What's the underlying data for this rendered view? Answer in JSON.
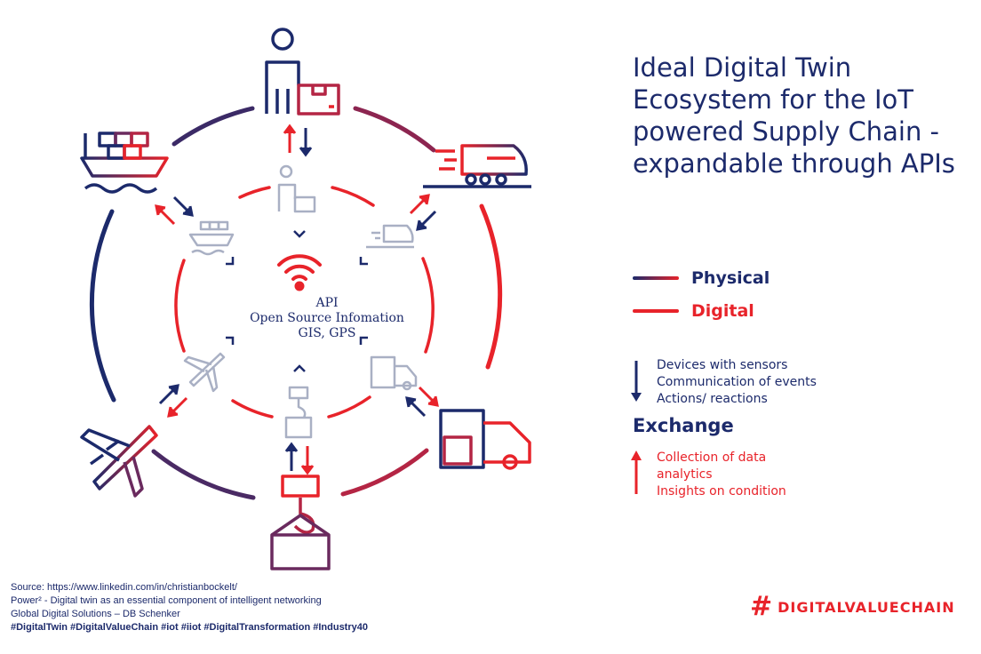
{
  "title": "Ideal Digital Twin Ecosystem for the IoT powered Supply Chain - expandable through APIs",
  "legend": {
    "physical": {
      "label": "Physical",
      "color_start": "#1c2a6b",
      "color_end": "#e8232a"
    },
    "digital": {
      "label": "Digital",
      "color": "#e8232a"
    }
  },
  "exchange": {
    "label": "Exchange",
    "down_items": [
      "Devices with sensors",
      "Communication of events",
      "Actions/ reactions"
    ],
    "up_items": [
      "Collection of data",
      "analytics",
      "Insights on condition"
    ]
  },
  "center": {
    "icon": "wifi-icon",
    "lines": [
      "API",
      "Open Source Infomation",
      "GIS, GPS"
    ]
  },
  "nodes": [
    {
      "id": "worker",
      "outer_icon": "worker-with-box-icon",
      "inner_icon": "worker-with-box-icon"
    },
    {
      "id": "train",
      "outer_icon": "train-icon",
      "inner_icon": "train-icon"
    },
    {
      "id": "truck",
      "outer_icon": "truck-icon",
      "inner_icon": "truck-icon"
    },
    {
      "id": "crane",
      "outer_icon": "crane-hook-icon",
      "inner_icon": "crane-hook-icon"
    },
    {
      "id": "plane",
      "outer_icon": "airplane-icon",
      "inner_icon": "airplane-icon"
    },
    {
      "id": "ship",
      "outer_icon": "container-ship-icon",
      "inner_icon": "container-ship-icon"
    }
  ],
  "colors": {
    "navy": "#1c2a6b",
    "red": "#e8232a",
    "grey": "#a9b0c4"
  },
  "footer": {
    "source": "Source: https://www.linkedin.com/in/christianbockelt/",
    "power": "Power² - Digital twin as an essential component of intelligent networking",
    "org": "Global Digital Solutions – DB Schenker",
    "tags": "#DigitalTwin #DigitalValueChain #iot #iiot #DigitalTransformation #Industry40"
  },
  "brand": {
    "hash": "#",
    "text": "DIGITALVALUECHAIN"
  }
}
